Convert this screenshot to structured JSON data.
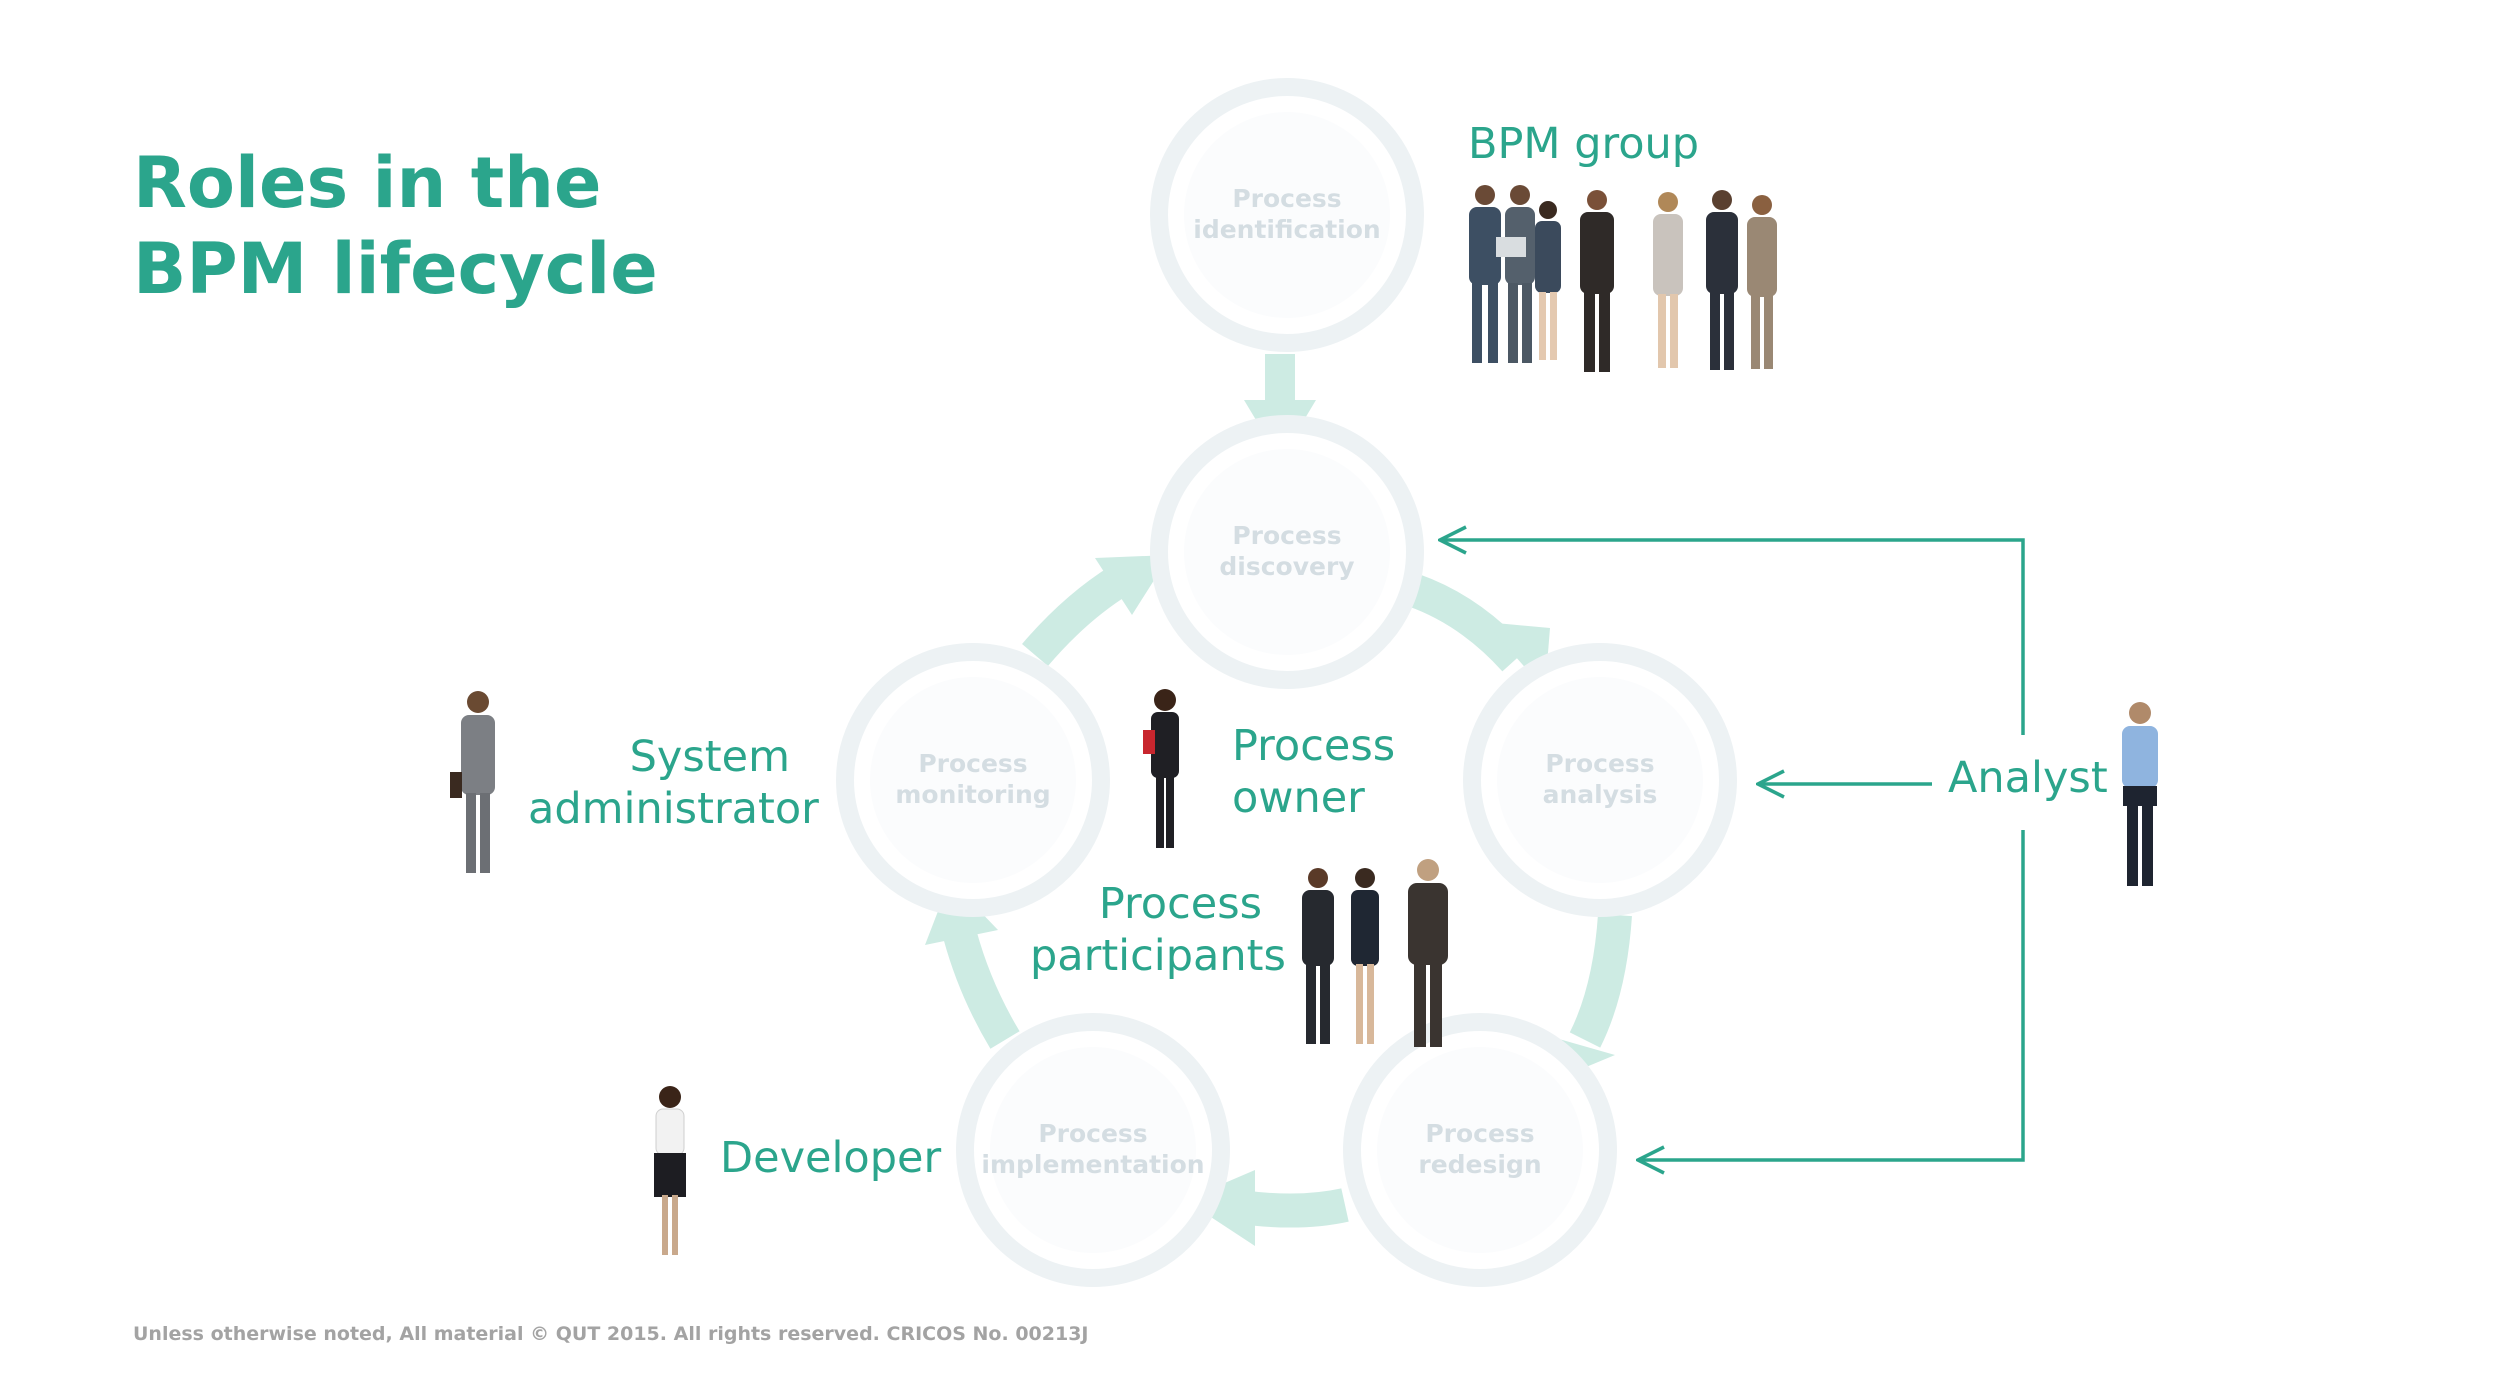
{
  "title": {
    "line1": "Roles in the",
    "line2": "BPM lifecycle"
  },
  "phases": [
    {
      "line1": "Process",
      "line2": "identification"
    },
    {
      "line1": "Process",
      "line2": "discovery"
    },
    {
      "line1": "Process",
      "line2": "analysis"
    },
    {
      "line1": "Process",
      "line2": "redesign"
    },
    {
      "line1": "Process",
      "line2": "implementation"
    },
    {
      "line1": "Process",
      "line2": "monitoring"
    }
  ],
  "roles": {
    "bpm_group": "BPM group",
    "process_owner": {
      "line1": "Process",
      "line2": "owner"
    },
    "process_participants": {
      "line1": "Process",
      "line2": "participants"
    },
    "system_administrator": {
      "line1": "System",
      "line2": "administrator"
    },
    "developer": "Developer",
    "analyst": "Analyst"
  },
  "footer": "Unless otherwise noted, All material © QUT 2015. All rights reserved. CRICOS No. 00213J",
  "colors": {
    "accent": "#2ba58c",
    "cycle_arrow": "#cdebe3",
    "phase_ring": "#edf2f4",
    "phase_text": "#d4dde2"
  }
}
